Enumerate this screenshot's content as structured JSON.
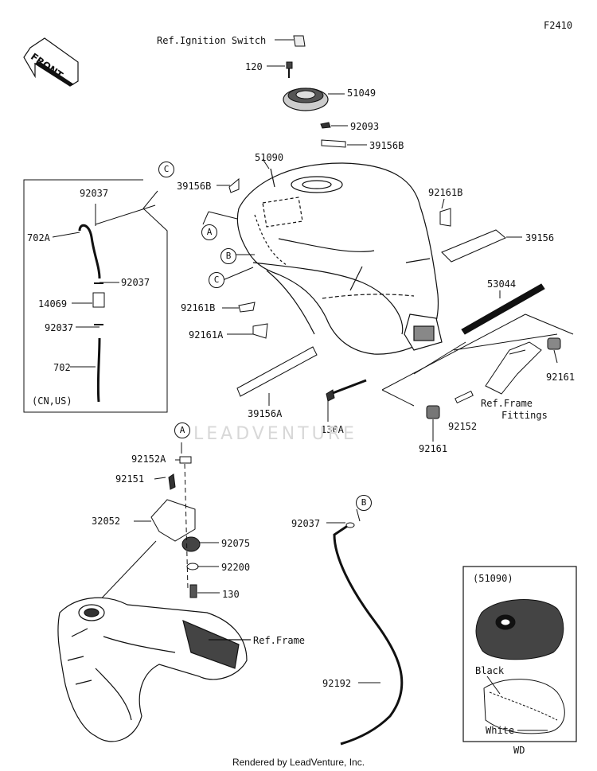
{
  "page_code": "F2410",
  "front_label": "FRONT",
  "watermark": "LEADVENTURE",
  "footer": "Rendered by LeadVenture, Inc.",
  "labels": {
    "ref_ignition": "Ref.Ignition Switch",
    "p120": "120",
    "p51049": "51049",
    "p92093": "92093",
    "p39156B_top": "39156B",
    "p51090": "51090",
    "p39156B_left": "39156B",
    "p92161B_right": "92161B",
    "p39156": "39156",
    "p53044": "53044",
    "p92161B_left": "92161B",
    "p92161A": "92161A",
    "p92161_right": "92161",
    "p39156A": "39156A",
    "p130A": "130A",
    "ref_frame_fittings_1": "Ref.Frame",
    "ref_frame_fittings_2": "Fittings",
    "p92152": "92152",
    "p92161_bottom": "92161",
    "box_92037_top": "92037",
    "box_702A": "702A",
    "box_92037_mid": "92037",
    "box_14069": "14069",
    "box_92037_low": "92037",
    "box_702": "702",
    "box_cnus": "(CN,US)",
    "p92152A": "92152A",
    "p92151": "92151",
    "p32052": "32052",
    "p92075": "92075",
    "p92200": "92200",
    "p130": "130",
    "ref_frame": "Ref.Frame",
    "p92037_b": "92037",
    "p92192": "92192",
    "inset_title": "(51090)",
    "inset_black": "Black",
    "inset_white": "White",
    "inset_wd": "WD"
  },
  "callouts": {
    "A": "A",
    "B": "B",
    "C": "C"
  }
}
